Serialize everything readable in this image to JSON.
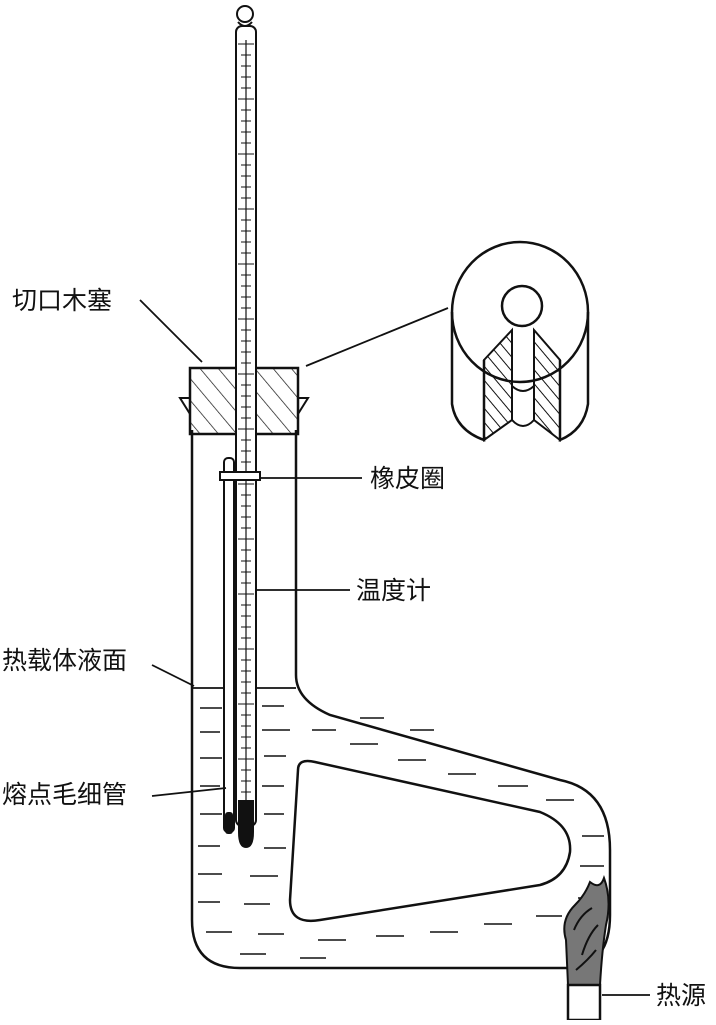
{
  "labels": {
    "cork": "切口木塞",
    "rubber_ring": "橡皮圈",
    "thermometer": "温度计",
    "liquid_surface": "热载体液面",
    "capillary": "熔点毛细管",
    "heat_source": "热源"
  }
}
